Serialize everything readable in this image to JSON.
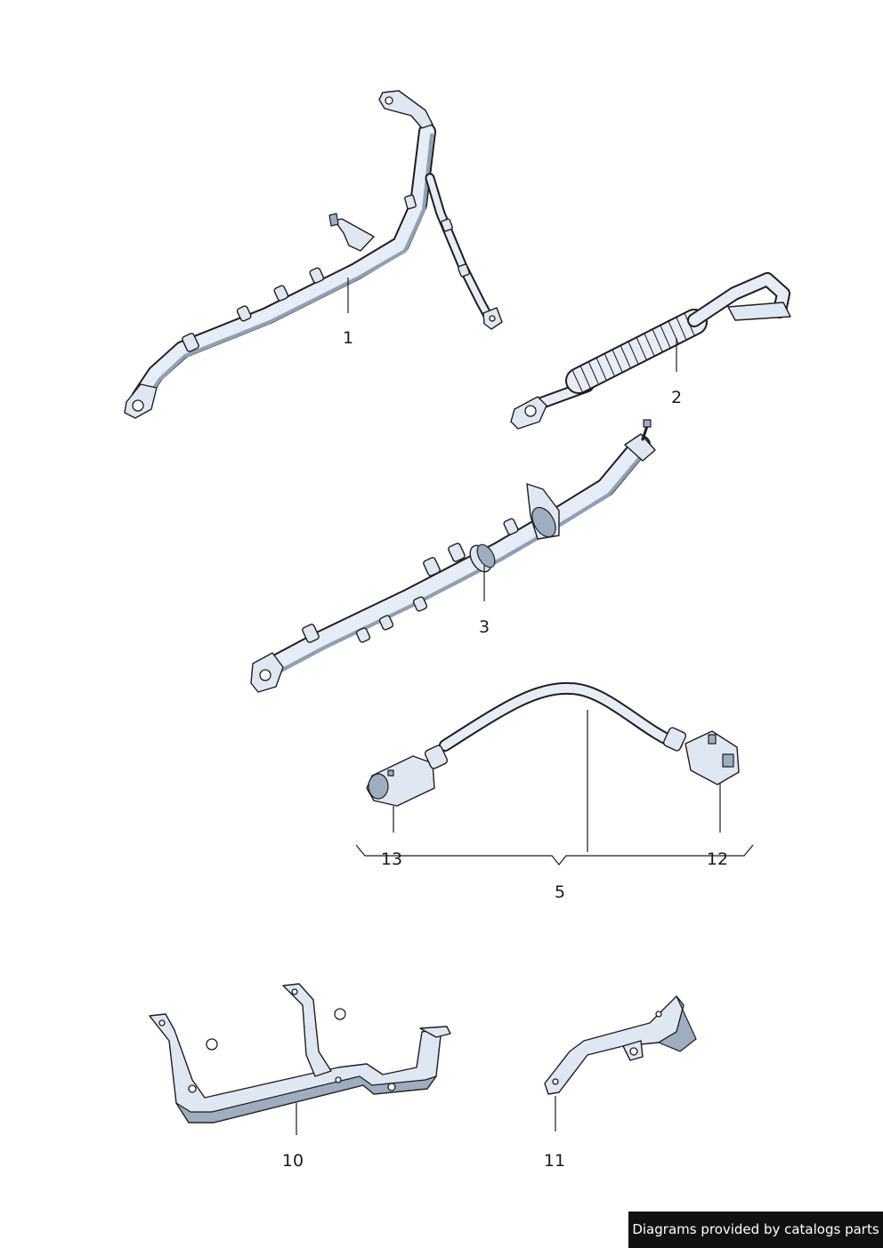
{
  "callouts": {
    "c1": "1",
    "c2": "2",
    "c3": "3",
    "c5": "5",
    "c10": "10",
    "c11": "11",
    "c12": "12",
    "c13": "13"
  },
  "footer": {
    "credit": "Diagrams provided by catalogs parts"
  },
  "colors": {
    "part_fill": "#dfe7f2",
    "part_shade": "#9eadbf",
    "outline": "#1e1e1e",
    "credit_bg": "#111111"
  }
}
